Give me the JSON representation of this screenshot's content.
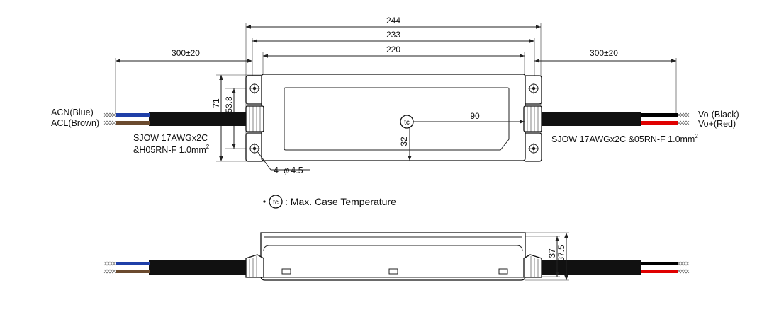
{
  "dimensions": {
    "overall_length": "244",
    "mount_hole_pitch": "233",
    "body_length": "220",
    "left_cable_length": "300±20",
    "right_cable_length": "300±20",
    "overall_width": "71",
    "mount_hole_spacing": "53.8",
    "tc_offset_x": "90",
    "tc_offset_y": "32",
    "height": "37",
    "height_total": "37.5"
  },
  "input_cable": {
    "wire1": "ACN(Blue)",
    "wire2": "ACL(Brown)",
    "spec_line1": "SJOW 17AWGx2C",
    "spec_line2": "&H05RN-F 1.0mm",
    "spec_sup": "2"
  },
  "output_cable": {
    "wire1": "Vo-(Black)",
    "wire2": "Vo+(Red)",
    "spec": "SJOW 17AWGx2C &05RN-F 1.0mm",
    "spec_sup": "2"
  },
  "holes": {
    "label": "4-",
    "phi": "φ",
    "value": "4.5"
  },
  "tc": {
    "symbol": "tc",
    "legend": ": Max. Case Temperature"
  },
  "colors": {
    "wire_blue": "#1f3fa8",
    "wire_brown": "#6b4a2e",
    "wire_black": "#000000",
    "wire_red": "#e00000",
    "cable": "#111111"
  }
}
